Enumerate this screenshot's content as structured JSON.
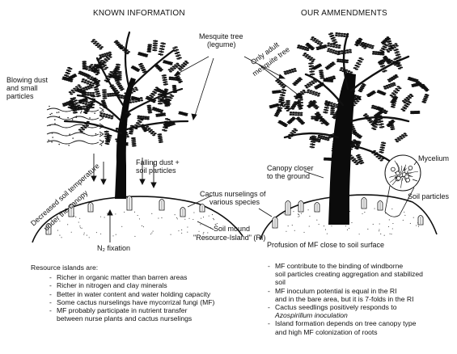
{
  "headers": {
    "left": "KNOWN INFORMATION",
    "right": "OUR AMMENDMENTS"
  },
  "labels": {
    "mesquite_tree": "Mesquite tree",
    "legume": "(legume)",
    "only_adult_line1": "Only adult",
    "only_adult_line2": "mesquite tree",
    "blowing_dust_1": "Blowing dust",
    "blowing_dust_2": "and small",
    "blowing_dust_3": "particles",
    "falling_dust_1": "Falling dust +",
    "falling_dust_2": "soil particles",
    "decreased_temp_1": "Decreased soil temperature",
    "decreased_temp_2": "under the canopy",
    "cactus_nurselings_1": "Cactus nurselings of",
    "cactus_nurselings_2": "various species",
    "soil_mound": "Soil mound",
    "resource_island": "\"Resource-Island\" (RI)",
    "n2_fixation": "N₂ fixation",
    "canopy_closer_1": "Canopy closer",
    "canopy_closer_2": "to the ground",
    "mycelium": "Mycelium",
    "soil_particles": "Soil particles",
    "profusion": "Profusion of MF close to soil surface"
  },
  "left_list": {
    "intro": "Resource islands are:",
    "items": [
      "Richer in organic matter than barren areas",
      "Richer in nitrogen and clay minerals",
      "Better in water content and water holding capacity",
      "Some cactus nurselings have mycorrizal fungi (MF)",
      "MF probably participate in nutrient transfer",
      "between nurse plants and cactus nurselings"
    ]
  },
  "right_list": {
    "items": [
      "MF contribute to the binding of windborne",
      "soil particles creating aggregation and stabilized",
      "soil",
      "MF inoculum potential is equal in the RI",
      "and in the bare area, but it is 7-folds in the RI",
      "Cactus seedlings positively responds to",
      "Azospirillum inoculation",
      "Island formation depends on tree canopy type",
      "and high MF colonization of roots"
    ],
    "bullet_flags": [
      true,
      false,
      false,
      true,
      false,
      true,
      false,
      true,
      false
    ],
    "italic_flags": [
      false,
      false,
      false,
      false,
      false,
      false,
      true,
      false,
      false
    ]
  },
  "colors": {
    "ink": "#111111",
    "trunk": "#0b0b0b"
  }
}
